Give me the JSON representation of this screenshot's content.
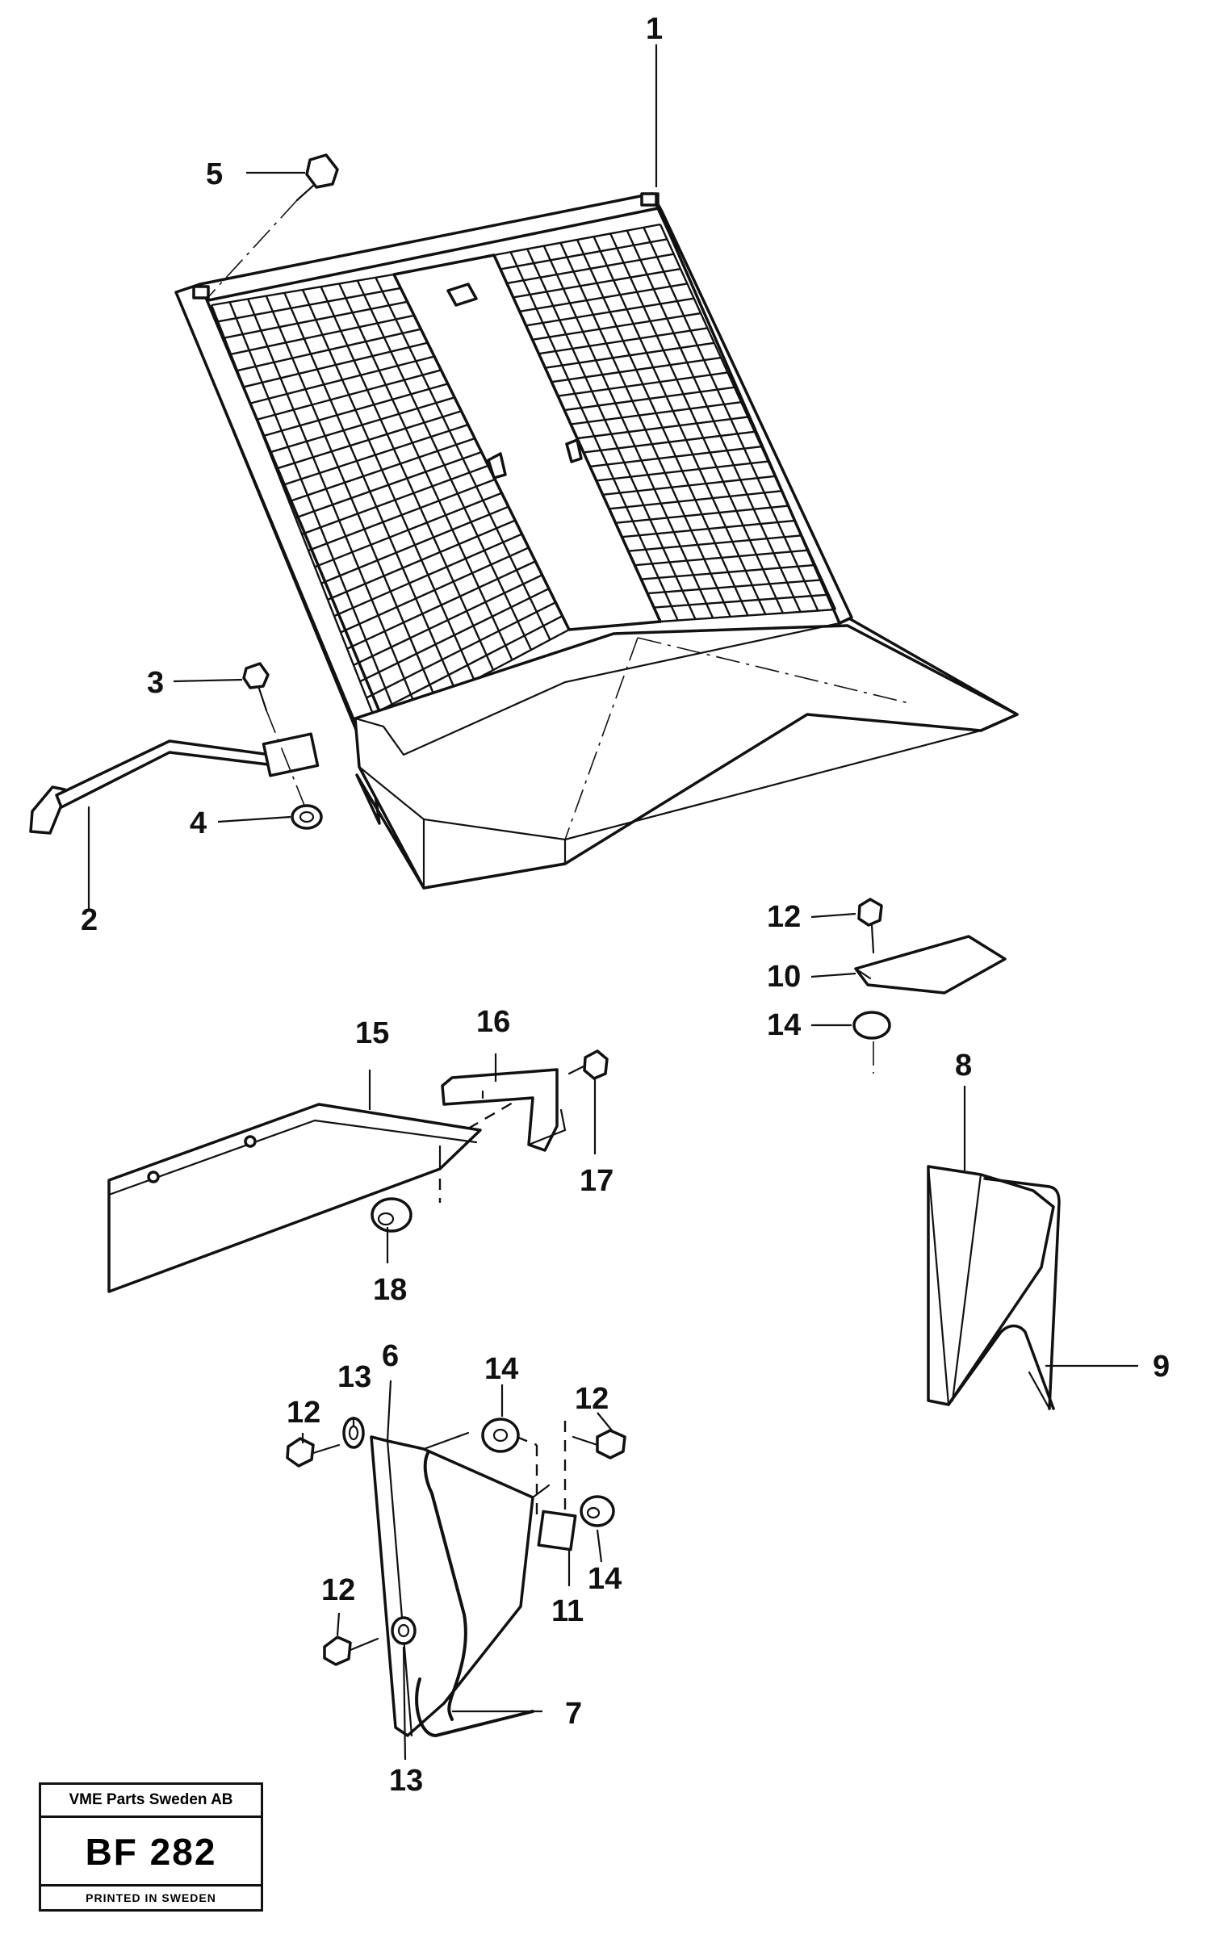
{
  "callouts": {
    "c1": "1",
    "c2": "2",
    "c3": "3",
    "c4": "4",
    "c5": "5",
    "c6": "6",
    "c7": "7",
    "c8": "8",
    "c9": "9",
    "c10": "10",
    "c11": "11",
    "c12a": "12",
    "c12b": "12",
    "c12c": "12",
    "c12d": "12",
    "c13a": "13",
    "c13b": "13",
    "c14a": "14",
    "c14b": "14",
    "c14c": "14",
    "c15": "15",
    "c16": "16",
    "c17": "17",
    "c18": "18"
  },
  "title_block": {
    "company": "VME Parts Sweden AB",
    "code": "BF 282",
    "printed": "PRINTED IN SWEDEN"
  }
}
